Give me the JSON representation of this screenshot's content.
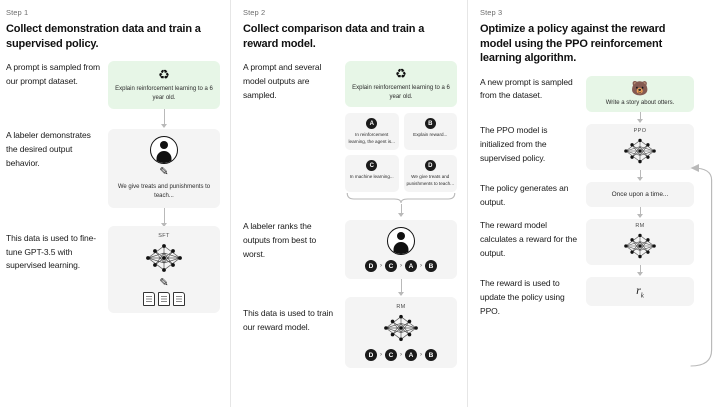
{
  "steps": [
    {
      "kicker": "Step 1",
      "title": "Collect demonstration data and train a supervised policy.",
      "rows": [
        {
          "caption": "A prompt is sampled from our prompt dataset.",
          "card": {
            "kind": "prompt-green",
            "icon": "recycle-icon",
            "text": "Explain reinforcement learning to a 6 year old."
          }
        },
        {
          "caption": "A labeler demonstrates the desired output behavior.",
          "card": {
            "kind": "labeler",
            "icon": "person-icon",
            "text": "We give treats and punishments to teach..."
          }
        },
        {
          "caption": "This data is used to fine-tune GPT-3.5 with supervised learning.",
          "card": {
            "kind": "model",
            "label": "SFT",
            "icon": "neural-net-icon"
          }
        }
      ]
    },
    {
      "kicker": "Step 2",
      "title": "Collect comparison data and train a reward model.",
      "rows": [
        {
          "caption": "A prompt and several model outputs are sampled.",
          "card": {
            "kind": "prompt-green",
            "icon": "recycle-icon",
            "text": "Explain reinforcement learning to a 6 year old."
          },
          "options": [
            {
              "letter": "A",
              "text": "In reinforcement learning, the agent is..."
            },
            {
              "letter": "B",
              "text": "Explain reward..."
            },
            {
              "letter": "C",
              "text": "In machine learning..."
            },
            {
              "letter": "D",
              "text": "We give treats and punishments to teach..."
            }
          ]
        },
        {
          "caption": "A labeler ranks the outputs from best to worst.",
          "card": {
            "kind": "labeler-rank",
            "icon": "person-icon"
          },
          "ranking": [
            "D",
            "C",
            "A",
            "B"
          ]
        },
        {
          "caption": "This data is used to train our reward model.",
          "card": {
            "kind": "model-rank",
            "label": "RM",
            "icon": "neural-net-icon"
          },
          "ranking": [
            "D",
            "C",
            "A",
            "B"
          ]
        }
      ]
    },
    {
      "kicker": "Step 3",
      "title": "Optimize a policy against the reward model using the PPO reinforcement learning algorithm.",
      "rows": [
        {
          "caption": "A new prompt is sampled from the dataset.",
          "card": {
            "kind": "prompt-green",
            "icon": "otter-icon",
            "text": "Write a story about otters."
          }
        },
        {
          "caption": "The PPO model is initialized from the supervised policy.",
          "card": {
            "kind": "model",
            "label": "PPO",
            "icon": "neural-net-icon"
          }
        },
        {
          "caption": "The policy generates an output.",
          "card": {
            "kind": "output",
            "text": "Once upon a time..."
          }
        },
        {
          "caption": "The reward model calculates a reward for the output.",
          "card": {
            "kind": "model",
            "label": "RM",
            "icon": "neural-net-icon"
          }
        },
        {
          "caption": "The reward is used to update the policy using PPO.",
          "card": {
            "kind": "reward",
            "symbol": "r",
            "subscript": "k"
          }
        }
      ]
    }
  ],
  "colors": {
    "prompt_green": "#e7f6e7",
    "card_gray": "#f4f4f4",
    "arrow_gray": "#b9b9b9",
    "divider": "#e6e6e6",
    "text": "#1b1b1b",
    "muted": "#6e6e6e"
  },
  "separators": {
    "gt": "›"
  }
}
